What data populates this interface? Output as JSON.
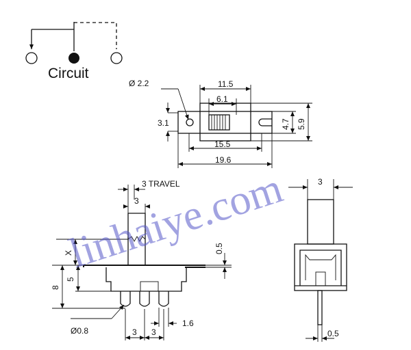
{
  "circuit": {
    "label": "Circuit"
  },
  "top_view": {
    "hole_dia": "Ø 2.2",
    "width_11_5": "11.5",
    "width_6_1": "6.1",
    "height_3_1": "3.1",
    "height_4_7": "4.7",
    "height_5_9": "5.9",
    "width_15_5": "15.5",
    "width_19_6": "19.6"
  },
  "front_view": {
    "travel": "3 TRAVEL",
    "lever_width": "3",
    "x_label": "X",
    "plate_thick": "0.5",
    "body_height": "5",
    "total_height": "8",
    "pin_dia": "Ø0.8",
    "pitch_a": "3",
    "pitch_b": "3",
    "pin_width": "1.6"
  },
  "side_view": {
    "lever_width": "3",
    "pin_thick": "0.5"
  },
  "watermark": {
    "text": "linhaiye.com"
  }
}
